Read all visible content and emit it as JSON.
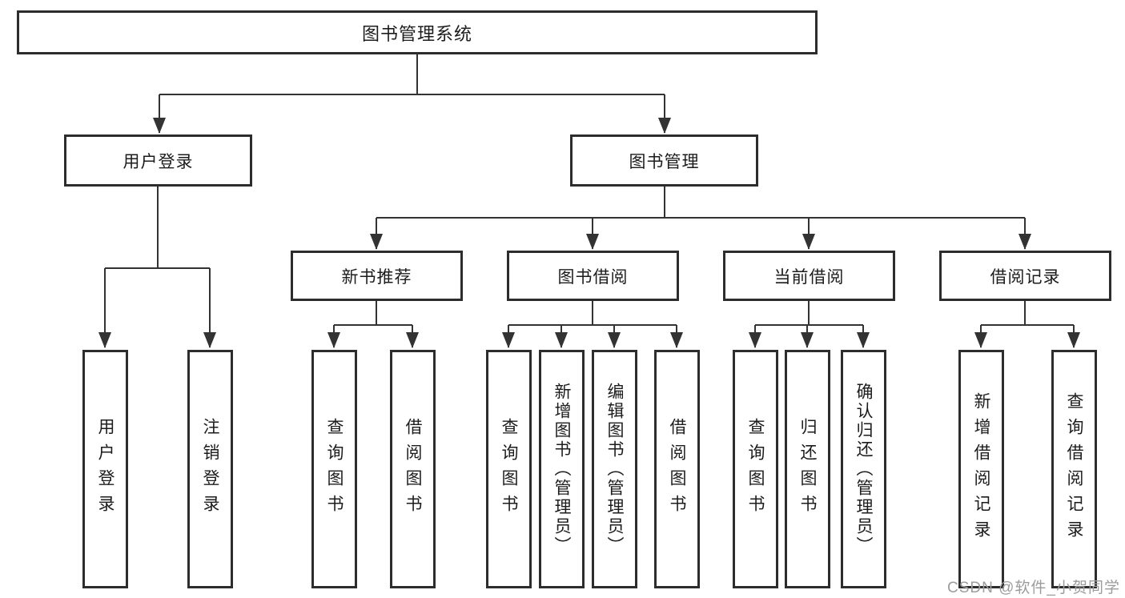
{
  "colors": {
    "line": "#333333",
    "box_border": "#2d2d2d",
    "text": "#1c1c1c",
    "watermark_gray": "#9c9c9c"
  },
  "diagram": {
    "root": {
      "label": "图书管理系统"
    },
    "level2": [
      {
        "label": "用户登录",
        "children": [
          "用户登录",
          "注销登录"
        ]
      },
      {
        "label": "图书管理",
        "sections": [
          {
            "label": "新书推荐",
            "children": [
              "查询图书",
              "借阅图书"
            ]
          },
          {
            "label": "图书借阅",
            "children": [
              "查询图书",
              "新增图书（管理员）",
              "编辑图书（管理员）",
              "借阅图书"
            ]
          },
          {
            "label": "当前借阅",
            "children": [
              "查询图书",
              "归还图书",
              "确认归还（管理员）"
            ]
          },
          {
            "label": "借阅记录",
            "children": [
              "新增借阅记录",
              "查询借阅记录"
            ]
          }
        ]
      }
    ]
  },
  "watermark": {
    "text": "CSDN @软件_小贺同学"
  }
}
